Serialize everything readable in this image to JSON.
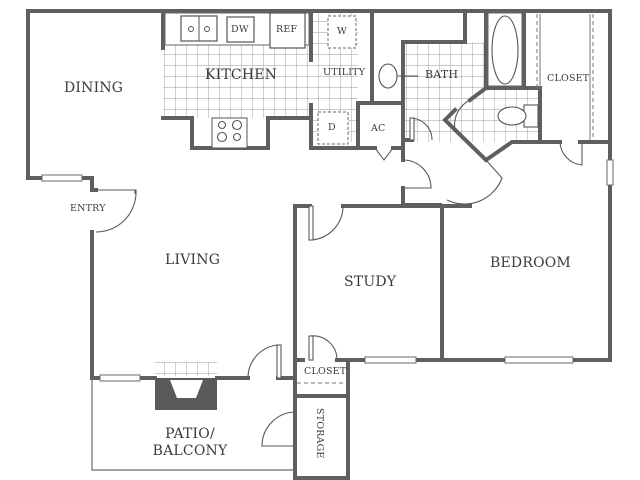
{
  "floor_plan": {
    "colors": {
      "wall": "#5f5f5f",
      "tile": "#9a9a9a",
      "fixture": "#555555",
      "background": "#ffffff"
    },
    "rooms": {
      "dining": "DINING",
      "kitchen": "KITCHEN",
      "utility": "UTILITY",
      "bath": "BATH",
      "closet_master": "CLOSET",
      "ac": "AC",
      "entry": "ENTRY",
      "living": "LIVING",
      "study": "STUDY",
      "bedroom": "BEDROOM",
      "closet_hall": "CLOSET",
      "storage": "STORAGE",
      "patio_line1": "PATIO/",
      "patio_line2": "BALCONY"
    },
    "appliances": {
      "dishwasher": "DW",
      "refrigerator": "REF",
      "washer": "W",
      "dryer": "D"
    }
  }
}
